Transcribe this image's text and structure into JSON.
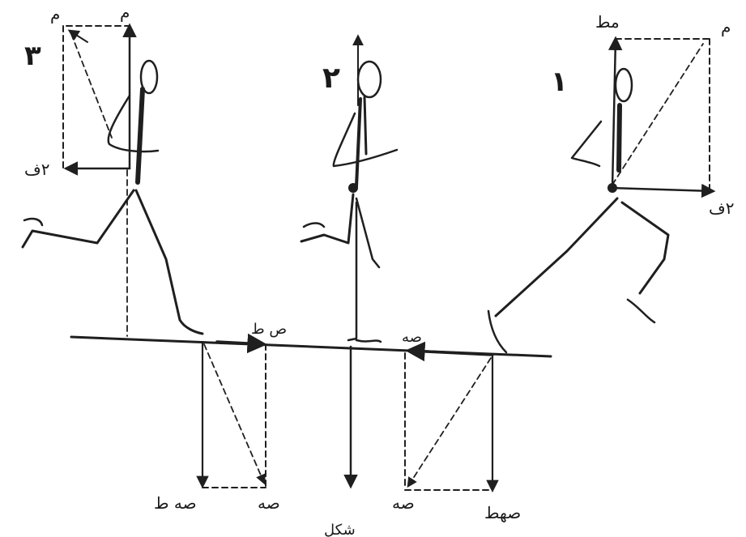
{
  "figure_numbers": {
    "one": "١",
    "two": "٢",
    "three": "٣"
  },
  "figure1": {
    "top_left": "مط",
    "top_right": "م",
    "bottom_right": "٢ف"
  },
  "figure2": {},
  "figure3": {
    "top_left": "م",
    "top_right": "م",
    "bottom_left": "٢ف"
  },
  "ground": {
    "label_left": "ص ط",
    "label_right": "صه"
  },
  "bottom": {
    "l1": "صه ط",
    "l2": "صه",
    "l3": "صه",
    "l4": "صهط"
  },
  "caption": "شكل"
}
